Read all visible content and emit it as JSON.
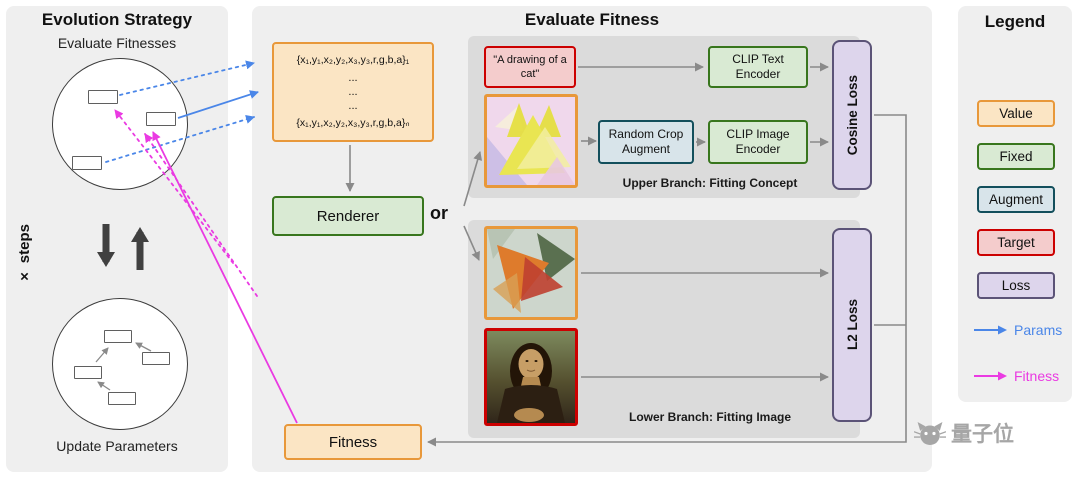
{
  "colors": {
    "panel_bg": "#efefef",
    "subpanel_bg": "#dbdbdb",
    "value_border": "#e8983a",
    "value_fill": "#fbe5c4",
    "fixed_border": "#38761d",
    "fixed_fill": "#d9ead3",
    "augment_border": "#134f5c",
    "augment_fill": "#d8e4ea",
    "target_border": "#cc0000",
    "target_fill": "#f4cccc",
    "loss_border": "#5b5377",
    "loss_fill": "#ddd5ec",
    "params_blue": "#4a86e8",
    "fitness_magenta": "#ea3ae2",
    "arrow_gray": "#8a8a8a",
    "arrow_dark": "#404040"
  },
  "left_panel": {
    "title": "Evolution Strategy",
    "top_caption": "Evaluate Fitnesses",
    "steps_label": "× steps",
    "bottom_caption": "Update Parameters"
  },
  "center_panel": {
    "title": "Evaluate Fitness",
    "params_box": {
      "lines": [
        "{x₁,y₁,x₂,y₂,x₃,y₃,r,g,b,a}₁",
        "...",
        "...",
        "...",
        "{x₁,y₁,x₂,y₂,x₃,y₃,r,g,b,a}ₙ"
      ]
    },
    "renderer_label": "Renderer",
    "or_label": "or",
    "upper_branch": {
      "prompt_text": "\"A drawing of a cat\"",
      "clip_text_encoder": "CLIP Text Encoder",
      "random_crop_augment": "Random Crop Augment",
      "clip_image_encoder": "CLIP Image Encoder",
      "caption": "Upper Branch: Fitting Concept",
      "loss_label": "Cosine Loss"
    },
    "lower_branch": {
      "caption": "Lower Branch: Fitting Image",
      "loss_label": "L2 Loss"
    },
    "fitness_label": "Fitness",
    "images": {
      "cat_render": "abstract-triangle-cat-render",
      "lower_render": "abstract-triangle-render",
      "target_image": "mona-lisa-target"
    }
  },
  "legend": {
    "title": "Legend",
    "items": [
      {
        "label": "Value",
        "border": "#e8983a",
        "fill": "#fbe5c4"
      },
      {
        "label": "Fixed",
        "border": "#38761d",
        "fill": "#d9ead3"
      },
      {
        "label": "Augment",
        "border": "#134f5c",
        "fill": "#d8e4ea"
      },
      {
        "label": "Target",
        "border": "#cc0000",
        "fill": "#f4cccc"
      },
      {
        "label": "Loss",
        "border": "#5b5377",
        "fill": "#ddd5ec"
      }
    ],
    "arrows": [
      {
        "label": "Params",
        "color": "#4a86e8"
      },
      {
        "label": "Fitness",
        "color": "#ea3ae2"
      }
    ]
  },
  "watermark": {
    "text": "量子位",
    "icon": "qbitai-cat-logo"
  }
}
